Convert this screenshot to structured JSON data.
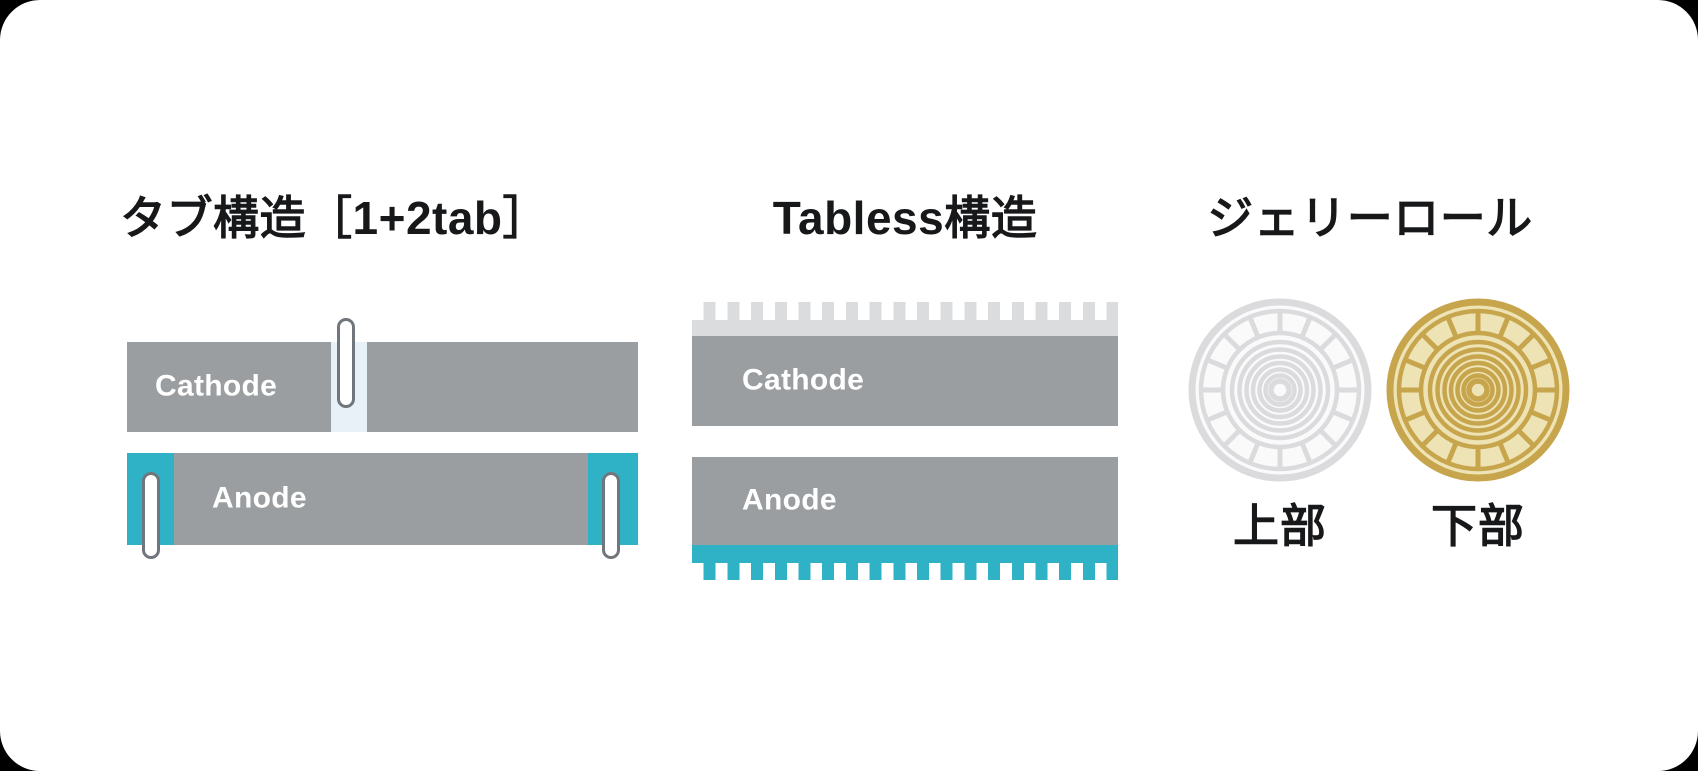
{
  "page": {
    "background": "#000000",
    "card_color": "#FFFFFF"
  },
  "sections": {
    "tab": {
      "title": "タブ構造［1+2tab］",
      "cathode_label": "Cathode",
      "anode_label": "Anode",
      "cathode_tab_count": 1,
      "anode_tab_count": 2
    },
    "tabless": {
      "title": "Tabless構造",
      "cathode_label": "Cathode",
      "anode_label": "Anode"
    },
    "jellyroll": {
      "title": "ジェリーロール",
      "top_label": "上部",
      "bottom_label": "下部"
    }
  },
  "colors": {
    "electrode_gray": "#9A9EA0",
    "collector_light_gray": "#DBDCDD",
    "collector_teal": "#2FB2C6",
    "tab_gap_blue": "#E9F1F8",
    "tab_fill": "#FFFFFF",
    "tab_border": "#70767B",
    "title_text": "#17181A",
    "bar_label_text": "#FFFFFF",
    "jellyroll_top_stroke": "#DBDBDD",
    "jellyroll_top_fill": "#FAFAFB",
    "jellyroll_bottom_stroke": "#C7A54C",
    "jellyroll_bottom_fill": "#EEE3B5"
  }
}
